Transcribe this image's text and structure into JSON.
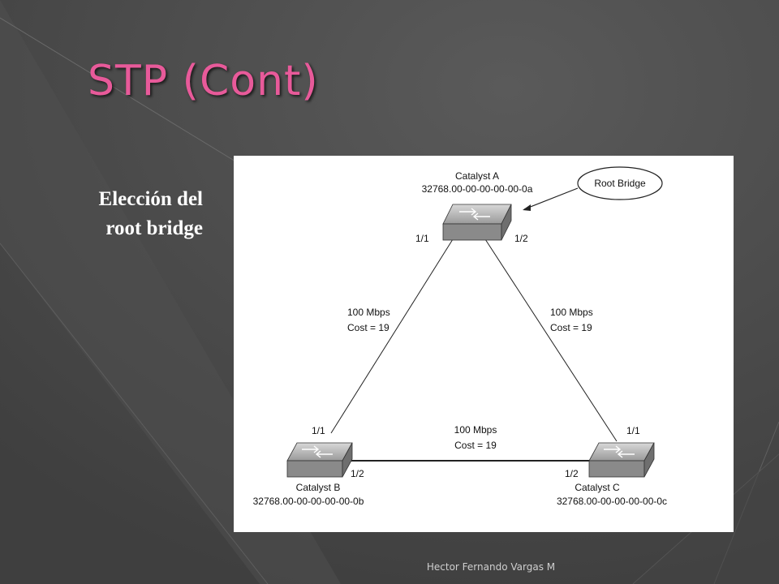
{
  "slide": {
    "title": "STP (Cont)",
    "subtitle_lines": [
      "Elección del",
      "root bridge"
    ],
    "footer": "Hector Fernando Vargas M",
    "accent_color": "#e85a9a",
    "background_color": "#4a4a4a"
  },
  "diagram": {
    "switches": {
      "a": {
        "name": "Catalyst A",
        "id": "32768.00-00-00-00-00-0a",
        "port_left": "1/1",
        "port_right": "1/2"
      },
      "b": {
        "name": "Catalyst B",
        "id": "32768.00-00-00-00-00-0b",
        "port_top": "1/1",
        "port_right": "1/2"
      },
      "c": {
        "name": "Catalyst C",
        "id": "32768.00-00-00-00-00-0c",
        "port_top": "1/1",
        "port_left": "1/2"
      }
    },
    "root_callout": "Root Bridge",
    "links": {
      "ab": {
        "speed": "100 Mbps",
        "cost": "Cost = 19"
      },
      "ac": {
        "speed": "100 Mbps",
        "cost": "Cost = 19"
      },
      "bc": {
        "speed": "100 Mbps",
        "cost": "Cost = 19"
      }
    },
    "switch_icon": "switch-icon"
  }
}
